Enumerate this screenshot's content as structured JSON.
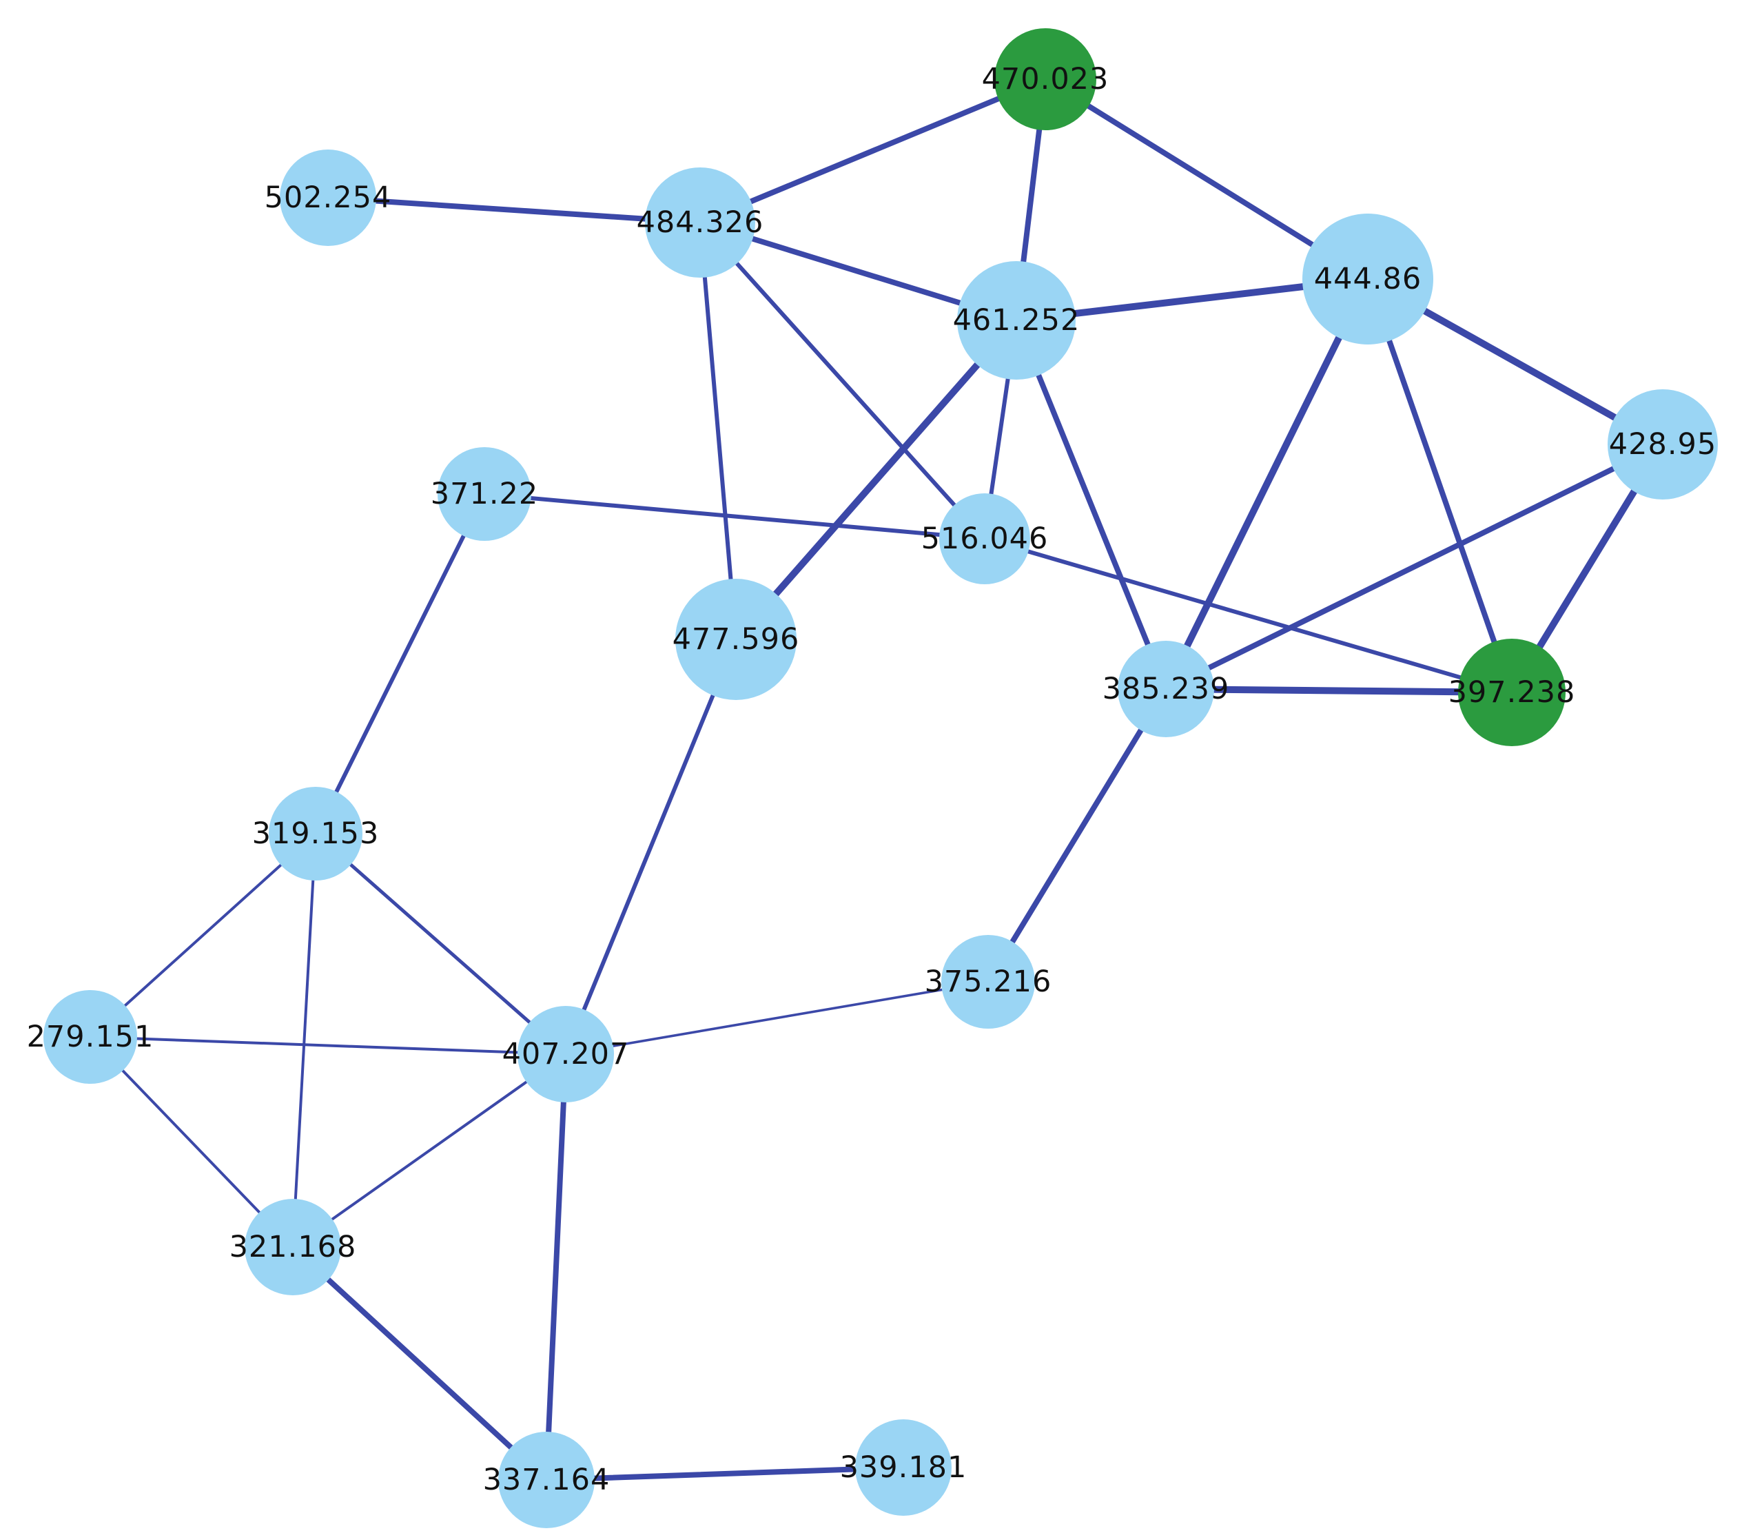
{
  "colors": {
    "node_default": "#9ad5f4",
    "node_highlight": "#2b9b3f",
    "edge": "#3b48a8"
  },
  "nodes": [
    {
      "id": "470.023",
      "label": "470.023",
      "highlight": true
    },
    {
      "id": "502.254",
      "label": "502.254",
      "highlight": false
    },
    {
      "id": "484.326",
      "label": "484.326",
      "highlight": false
    },
    {
      "id": "461.252",
      "label": "461.252",
      "highlight": false
    },
    {
      "id": "444.86",
      "label": "444.86",
      "highlight": false
    },
    {
      "id": "428.95",
      "label": "428.95",
      "highlight": false
    },
    {
      "id": "371.22",
      "label": "371.22",
      "highlight": false
    },
    {
      "id": "516.046",
      "label": "516.046",
      "highlight": false
    },
    {
      "id": "477.596",
      "label": "477.596",
      "highlight": false
    },
    {
      "id": "385.239",
      "label": "385.239",
      "highlight": false
    },
    {
      "id": "397.238",
      "label": "397.238",
      "highlight": true
    },
    {
      "id": "319.153",
      "label": "319.153",
      "highlight": false
    },
    {
      "id": "375.216",
      "label": "375.216",
      "highlight": false
    },
    {
      "id": "279.151",
      "label": "279.151",
      "highlight": false
    },
    {
      "id": "407.207",
      "label": "407.207",
      "highlight": false
    },
    {
      "id": "321.168",
      "label": "321.168",
      "highlight": false
    },
    {
      "id": "337.164",
      "label": "337.164",
      "highlight": false
    },
    {
      "id": "339.181",
      "label": "339.181",
      "highlight": false
    }
  ],
  "edges": [
    {
      "source": "484.326",
      "target": "470.023",
      "weight": 3
    },
    {
      "source": "470.023",
      "target": "461.252",
      "weight": 3
    },
    {
      "source": "470.023",
      "target": "444.86",
      "weight": 3
    },
    {
      "source": "502.254",
      "target": "484.326",
      "weight": 3
    },
    {
      "source": "484.326",
      "target": "461.252",
      "weight": 3
    },
    {
      "source": "484.326",
      "target": "477.596",
      "weight": 2
    },
    {
      "source": "484.326",
      "target": "516.046",
      "weight": 2
    },
    {
      "source": "461.252",
      "target": "444.86",
      "weight": 4
    },
    {
      "source": "461.252",
      "target": "516.046",
      "weight": 2
    },
    {
      "source": "461.252",
      "target": "477.596",
      "weight": 4
    },
    {
      "source": "461.252",
      "target": "385.239",
      "weight": 3
    },
    {
      "source": "444.86",
      "target": "428.95",
      "weight": 4
    },
    {
      "source": "444.86",
      "target": "385.239",
      "weight": 4
    },
    {
      "source": "444.86",
      "target": "397.238",
      "weight": 3
    },
    {
      "source": "428.95",
      "target": "385.239",
      "weight": 3
    },
    {
      "source": "428.95",
      "target": "397.238",
      "weight": 4
    },
    {
      "source": "371.22",
      "target": "516.046",
      "weight": 2
    },
    {
      "source": "516.046",
      "target": "397.238",
      "weight": 2
    },
    {
      "source": "385.239",
      "target": "397.238",
      "weight": 4
    },
    {
      "source": "371.22",
      "target": "319.153",
      "weight": 2
    },
    {
      "source": "477.596",
      "target": "407.207",
      "weight": 2
    },
    {
      "source": "385.239",
      "target": "375.216",
      "weight": 3
    },
    {
      "source": "319.153",
      "target": "279.151",
      "weight": 1
    },
    {
      "source": "319.153",
      "target": "321.168",
      "weight": 1
    },
    {
      "source": "319.153",
      "target": "407.207",
      "weight": 1.5
    },
    {
      "source": "279.151",
      "target": "407.207",
      "weight": 1
    },
    {
      "source": "279.151",
      "target": "321.168",
      "weight": 1
    },
    {
      "source": "407.207",
      "target": "375.216",
      "weight": 0.8
    },
    {
      "source": "407.207",
      "target": "321.168",
      "weight": 1
    },
    {
      "source": "407.207",
      "target": "337.164",
      "weight": 3
    },
    {
      "source": "321.168",
      "target": "337.164",
      "weight": 3
    },
    {
      "source": "337.164",
      "target": "339.181",
      "weight": 3
    }
  ]
}
